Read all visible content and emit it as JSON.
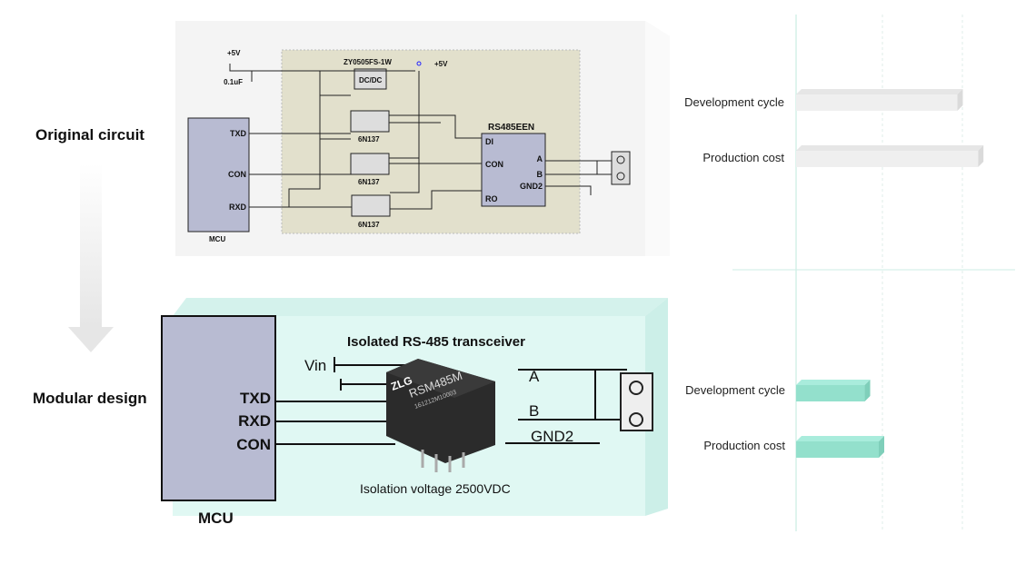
{
  "labels": {
    "original": "Original circuit",
    "modular": "Modular design"
  },
  "original_circuit": {
    "vcc_left": "+5V",
    "vcc_right": "+5V",
    "capacitor": "0.1uF",
    "dcdc_part": "ZY0505FS-1W",
    "dcdc_label": "DC/DC",
    "optocoupler": "6N137",
    "transceiver": "RS485EEN",
    "mcu": "MCU",
    "mcu_pins": [
      "TXD",
      "CON",
      "RXD"
    ],
    "transceiver_pins_left": [
      "DI",
      "CON",
      "RO"
    ],
    "transceiver_pins_right": [
      "A",
      "B",
      "GND2"
    ]
  },
  "modular_design": {
    "title": "Isolated RS-485 transceiver",
    "vin": "Vin",
    "mcu": "MCU",
    "mcu_pins": [
      "TXD",
      "RXD",
      "CON"
    ],
    "chip_brand": "ZLG",
    "chip_model": "RSM485M",
    "chip_code": "161212M10003",
    "outputs": [
      "A",
      "B",
      "GND2"
    ],
    "isolation": "Isolation voltage 2500VDC"
  },
  "chart_data": [
    {
      "type": "bar",
      "orientation": "horizontal",
      "categories": [
        "Development cycle",
        "Production cost"
      ],
      "values": [
        1.95,
        2.2
      ],
      "color": "#efefef",
      "grid": true
    },
    {
      "type": "bar",
      "orientation": "horizontal",
      "categories": [
        "Development cycle",
        "Production cost"
      ],
      "values": [
        0.83,
        1.0
      ],
      "color": "#93e0cc",
      "grid": true
    }
  ],
  "colors": {
    "teal_panel": "#e0f8f3",
    "mcu_fill": "#b8bbd2",
    "schematic_bg": "#e2e0cc"
  }
}
